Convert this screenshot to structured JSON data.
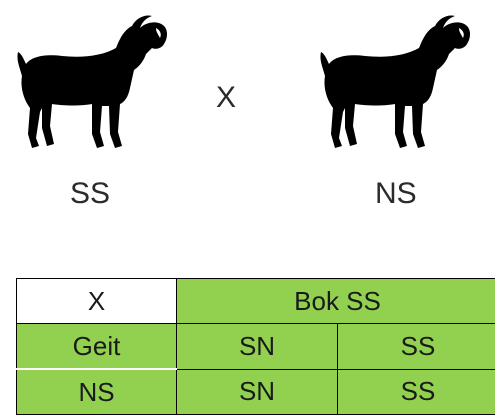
{
  "parents": {
    "cross_symbol": "X",
    "left_label": "SS",
    "right_label": "NS"
  },
  "punnett": {
    "corner": "X",
    "header": "Bok SS",
    "row_label_top": "Geit",
    "row_label_bottom": "NS",
    "cells": [
      [
        "SN",
        "SS"
      ],
      [
        "SN",
        "SS"
      ]
    ]
  },
  "colors": {
    "table_green": "#92d050",
    "silhouette": "#000000"
  }
}
